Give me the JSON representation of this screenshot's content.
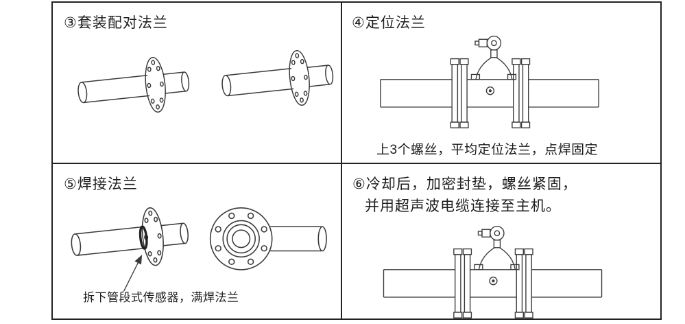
{
  "colors": {
    "line": "#3a3a3a",
    "border": "#222222",
    "text": "#1d1d1d",
    "background": "#ffffff"
  },
  "panels": {
    "step3": {
      "title": "③套装配对法兰",
      "illustrations": [
        "pipe-with-flange",
        "pipe-with-flange"
      ]
    },
    "step4": {
      "title": "④定位法兰",
      "caption": "上3个螺丝，平均定位法兰，点焊固定",
      "illustrations": [
        "pipe-sensor-assembly"
      ]
    },
    "step5": {
      "title": "⑤焊接法兰",
      "caption": "拆下管段式传感器，满焊法兰",
      "illustrations": [
        "pipe-with-welded-flange",
        "flange-front-view-with-pipe",
        "pointer-arrow"
      ]
    },
    "step6": {
      "title_line1": "⑥冷却后，加密封垫，螺丝紧固，",
      "title_line2": "并用超声波电缆连接至主机。",
      "illustrations": [
        "pipe-sensor-assembly"
      ]
    }
  }
}
